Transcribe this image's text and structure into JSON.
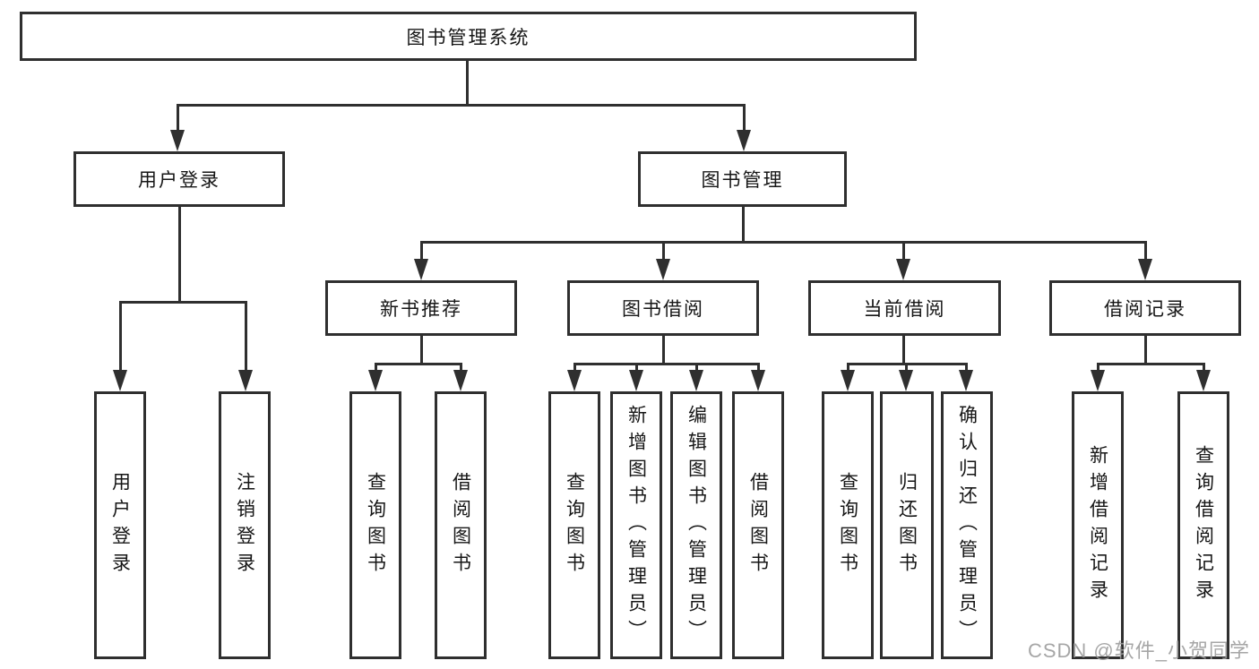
{
  "nodes": {
    "root": "图书管理系统",
    "level2": {
      "user_login": "用户登录",
      "book_mgmt": "图书管理"
    },
    "level3": {
      "new_book": "新书推荐",
      "book_borrow": "图书借阅",
      "current_borrow": "当前借阅",
      "borrow_records": "借阅记录"
    },
    "leaves": {
      "user_login": "用户登录",
      "logout": "注销登录",
      "nb_query_books": "查询图书",
      "nb_borrow_books": "借阅图书",
      "bw_query_books": "查询图书",
      "bw_add_books": "新增图书（管理员）",
      "bw_edit_books": "编辑图书（管理员）",
      "bw_borrow_books": "借阅图书",
      "cu_query_books": "查询图书",
      "cu_return_books": "归还图书",
      "cu_confirm_return": "确认归还（管理员）",
      "rec_add": "新增借阅记录",
      "rec_query": "查询借阅记录"
    }
  },
  "watermark": "CSDN @软件_小贺同学",
  "colors": {
    "line": "#2f2f2f",
    "text": "#161616",
    "watermark": "#9d9d9d",
    "background": "#ffffff"
  }
}
